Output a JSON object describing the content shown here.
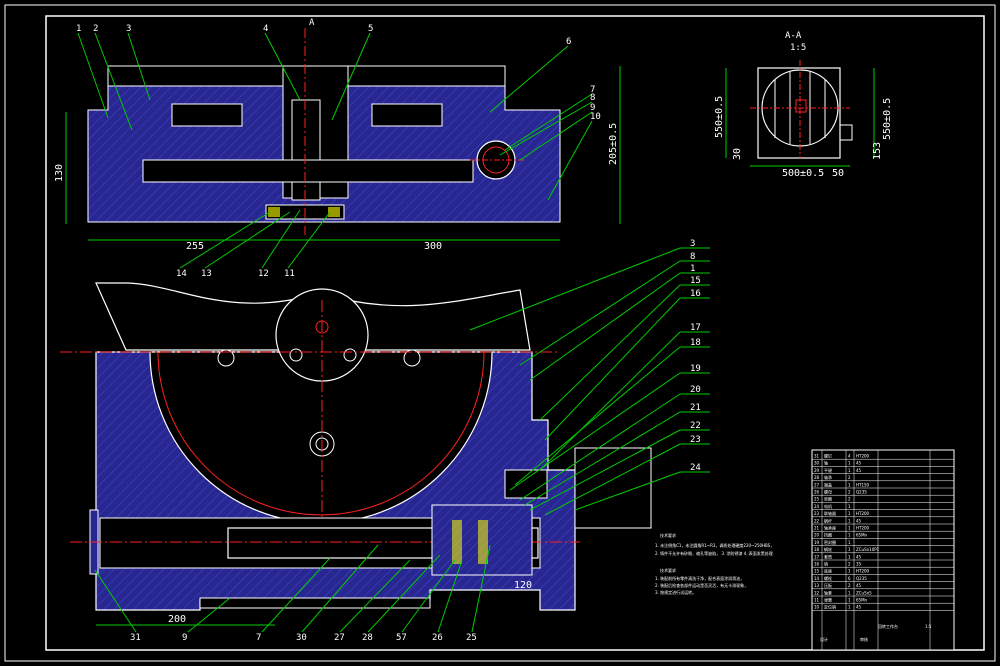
{
  "colors": {
    "background": "#000000",
    "outline": "#ffffff",
    "section_fill": "#27278f",
    "hatch": "#3f3fd0",
    "leader": "#00cc00",
    "centerline": "#ff2020",
    "yellow": "#ffff00"
  },
  "section_marker": "A",
  "view_aa": {
    "title": "A-A",
    "scale": "1:5"
  },
  "top_view_labels": [
    "1",
    "2",
    "3",
    "4",
    "5",
    "6",
    "7",
    "8",
    "9",
    "10"
  ],
  "top_view_bottom_labels": [
    "14",
    "13",
    "12",
    "11"
  ],
  "top_view_dims": {
    "height": "130",
    "width_left": "255",
    "width_right": "300",
    "right_height": "205±0.5"
  },
  "side_view_dims": {
    "width": "500±0.5",
    "width_ext": "50",
    "height_left": "550±0.5",
    "height_right": "550±0.5",
    "offset_left": "30",
    "offset_right": "153"
  },
  "front_view_right_labels": [
    "3",
    "8",
    "1",
    "15",
    "16",
    "17",
    "18",
    "19",
    "20",
    "21",
    "22",
    "23",
    "24"
  ],
  "front_view_bottom_labels": [
    "31",
    "9",
    "7",
    "30",
    "27",
    "28",
    "57",
    "26",
    "25"
  ],
  "front_view_dims": {
    "bottom": "200",
    "right": "120"
  },
  "notes": {
    "heading_1": "技术要求",
    "lines_1": [
      "1. 未注倒角C1，未注圆角R1~R3，调质处理硬度220~250HBS，",
      "2. 铸件不允许有砂眼、缩孔等缺陷，   3. 涂防锈漆     4. 表面发黑处理"
    ],
    "heading_2": "技术要求",
    "lines_2": [
      "1. 装配前所有零件清洗干净，配合表面涂润滑油，",
      "2. 装配后检查各部件运动是否灵活，有无卡滞现象，",
      "3. 按规定进行试运转。"
    ]
  },
  "title_block": {
    "part_rows": [
      {
        "no": "31",
        "name": "螺钉",
        "qty": "4",
        "material": "HT200"
      },
      {
        "no": "30",
        "name": "轴",
        "qty": "1",
        "material": "45"
      },
      {
        "no": "29",
        "name": "平键",
        "qty": "1",
        "material": "45"
      },
      {
        "no": "28",
        "name": "轴承",
        "qty": "2",
        "material": ""
      },
      {
        "no": "27",
        "name": "端盖",
        "qty": "1",
        "material": "HT150"
      },
      {
        "no": "26",
        "name": "螺母",
        "qty": "2",
        "material": "Q235"
      },
      {
        "no": "25",
        "name": "垫圈",
        "qty": "2",
        "material": ""
      },
      {
        "no": "24",
        "name": "电机",
        "qty": "1",
        "material": ""
      },
      {
        "no": "23",
        "name": "联轴器",
        "qty": "1",
        "material": "HT200"
      },
      {
        "no": "22",
        "name": "蜗杆",
        "qty": "1",
        "material": "45"
      },
      {
        "no": "21",
        "name": "轴承座",
        "qty": "1",
        "material": "HT200"
      },
      {
        "no": "20",
        "name": "挡圈",
        "qty": "1",
        "material": "65Mn"
      },
      {
        "no": "19",
        "name": "密封圈",
        "qty": "1",
        "material": ""
      },
      {
        "no": "18",
        "name": "蜗轮",
        "qty": "1",
        "material": "ZCuSn10P1"
      },
      {
        "no": "17",
        "name": "套筒",
        "qty": "1",
        "material": "45"
      },
      {
        "no": "16",
        "name": "销",
        "qty": "2",
        "material": "35"
      },
      {
        "no": "15",
        "name": "底座",
        "qty": "1",
        "material": "HT200"
      },
      {
        "no": "14",
        "name": "螺栓",
        "qty": "6",
        "material": "Q235"
      },
      {
        "no": "13",
        "name": "压板",
        "qty": "2",
        "material": "45"
      },
      {
        "no": "12",
        "name": "轴套",
        "qty": "1",
        "material": "ZCuSn5"
      },
      {
        "no": "11",
        "name": "弹簧",
        "qty": "1",
        "material": "65Mn"
      },
      {
        "no": "10",
        "name": "定位销",
        "qty": "1",
        "material": "45"
      }
    ],
    "drawing_title": "回转工作台",
    "scale": "1:5",
    "designer": "设计",
    "checker": "审核"
  }
}
